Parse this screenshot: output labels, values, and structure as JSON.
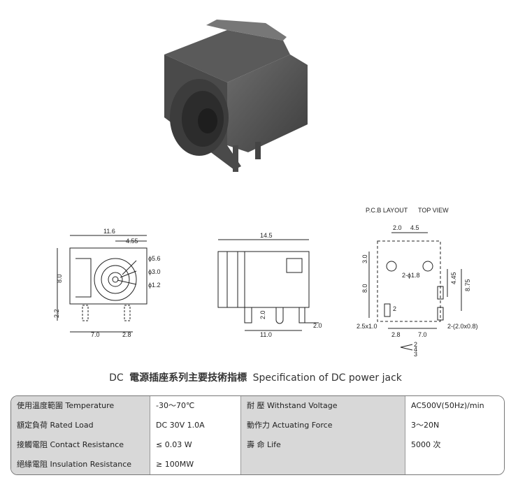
{
  "drawing_labels": {
    "front": {
      "w_total": "11.6",
      "w_offset": "4.55",
      "h_body": "8.0",
      "h_pin": "2.2",
      "pin_span": "7.0",
      "pin_gap": "2.8",
      "dia1": "ϕ5.6",
      "dia2": "ϕ3.0",
      "dia3": "ϕ1.2"
    },
    "side": {
      "length": "14.5",
      "pin_pitch": "11.0",
      "pin_w": "2.0",
      "pin_h": "2.0"
    },
    "pcb": {
      "title": "P.C.B LAYOUT",
      "subtitle": "TOP VIEW",
      "d1": "2.0",
      "d2": "4.5",
      "d3": "3.0",
      "hole": "2-ϕ1.8",
      "d4": "8.0",
      "d5": "4.45",
      "d6": "8.75",
      "d7": "2",
      "d8": "2.5x1.0",
      "d9": "2.8",
      "d10": "7.0",
      "d11": "2-(2.0x0.8)",
      "p2": "2",
      "p4": "4",
      "p3": "3"
    }
  },
  "caption": {
    "prefix": "DC",
    "zh": "電源插座系列主要技術指標",
    "en": "Specification of DC power jack"
  },
  "spec_rows": [
    {
      "label1": "使用溫度範圍 Temperature",
      "value1": "-30～70℃",
      "label2": "耐    壓  Withstand Voltage",
      "value2": "AC500V(50Hz)/min"
    },
    {
      "label1": "額定負荷  Rated Load",
      "value1": "DC  30V  1.0A",
      "label2": "動作力  Actuating Force",
      "value2": "3～20N"
    },
    {
      "label1": "接觸電阻  Contact Resistance",
      "value1": "≤ 0.03 W",
      "label2": "壽    命  Life",
      "value2": "5000 次"
    },
    {
      "label1": "絕緣電阻  Insulation Resistance",
      "value1": "≥ 100MW",
      "label2": "",
      "value2": ""
    }
  ]
}
